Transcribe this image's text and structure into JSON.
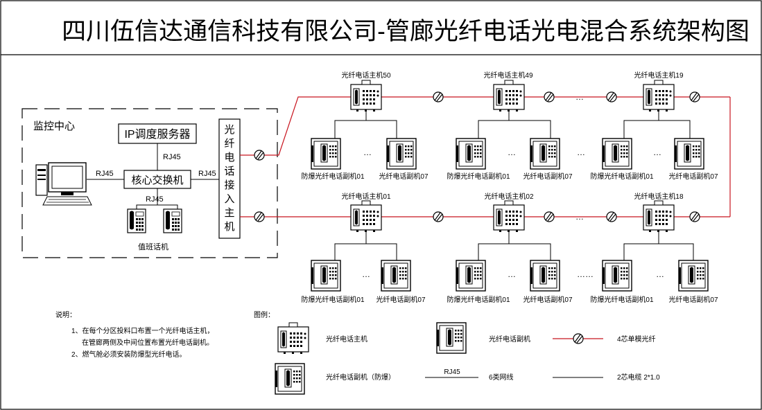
{
  "title": "四川伍信达通信科技有限公司-管廊光纤电话光电混合系统架构图",
  "monitor_center": {
    "label": "监控中心",
    "ip_server": "IP调度服务器",
    "core_switch": "核心交换机",
    "access_host": [
      "光",
      "纤",
      "电",
      "话",
      "接",
      "入",
      "主",
      "机"
    ],
    "duty_phone_label": "值班话机",
    "rj45": "RJ45"
  },
  "row1": {
    "hosts": [
      {
        "label": "光纤电话主机50"
      },
      {
        "label": "光纤电话主机49"
      },
      {
        "label": "光纤电话主机19"
      }
    ],
    "ext_left": "防爆光纤电话副机01",
    "ext_right": "光纤电话副机07"
  },
  "row2": {
    "hosts": [
      {
        "label": "光纤电话主机01"
      },
      {
        "label": "光纤电话主机02"
      },
      {
        "label": "光纤电话主机18"
      }
    ],
    "ext_left": "防爆光纤电话副机01",
    "ext_right": "光纤电话副机07"
  },
  "ellipsis": "…",
  "ellipsis_long": "……",
  "notes": {
    "heading": "说明：",
    "line1": "1、在每个分区投料口布置一个光纤电话主机，",
    "line1b": "在管廊两侧及中间位置布置光纤电话副机。",
    "line2": "2、燃气舱必须安装防爆型光纤电话。"
  },
  "legend": {
    "heading": "图例：",
    "host": "光纤电话主机",
    "ext": "光纤电话副机",
    "ext_ex": "光纤电话副机（防爆）",
    "fiber": "4芯单模光纤",
    "rj45_label": "RJ45",
    "network": "6类网线",
    "cable": "2芯电缆 2*1.0"
  },
  "colors": {
    "fiber": "#c8141e",
    "line": "#000000"
  }
}
